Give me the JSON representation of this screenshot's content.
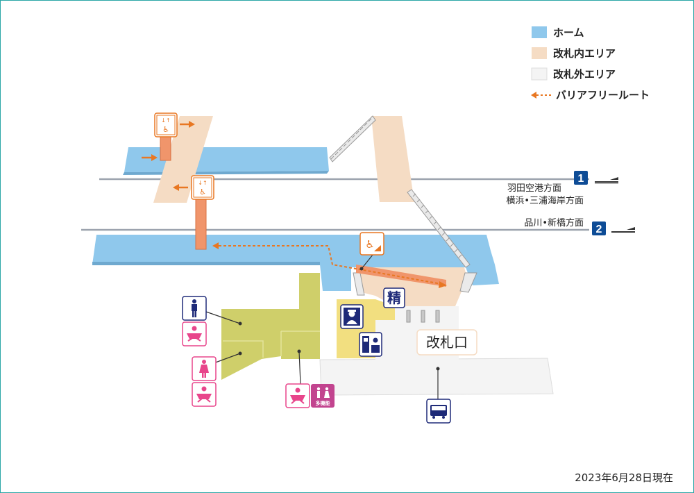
{
  "colors": {
    "platform": "#8fc8ec",
    "inside_gate": "#f5dcc4",
    "outside_gate": "#f4f4f4",
    "barrier_free": "#e87722",
    "restroom_area": "#cfcf6a",
    "station_office": "#f2df80",
    "navy": "#1e2a78",
    "pink": "#e8458b",
    "multipurpose": "#c2448f"
  },
  "legend": [
    {
      "label": "ホーム",
      "swatch": "platform"
    },
    {
      "label": "改札内エリア",
      "swatch": "inside_gate"
    },
    {
      "label": "改札外エリア",
      "swatch": "outside_gate"
    },
    {
      "label": "バリアフリールート",
      "swatch": "barrier_free_route"
    }
  ],
  "tracks": [
    {
      "number": "1",
      "direction_lines": [
        "羽田空港方面",
        "横浜•三浦海岸方面"
      ]
    },
    {
      "number": "2",
      "direction_lines": [
        "品川•新橋方面"
      ]
    }
  ],
  "labels": {
    "ticket_gate": "改札口",
    "fare_adjustment": "精",
    "multipurpose_tag": "多機能"
  },
  "icons": [
    "elevator-icon",
    "wheelchair-icon",
    "slope-icon",
    "train-icon",
    "mens-restroom-icon",
    "womens-restroom-icon",
    "baby-care-icon",
    "multipurpose-restroom-icon",
    "station-attendant-icon",
    "ticket-machine-icon",
    "bus-icon",
    "fare-adjustment-icon"
  ],
  "date_note": "2023年6月28日現在"
}
